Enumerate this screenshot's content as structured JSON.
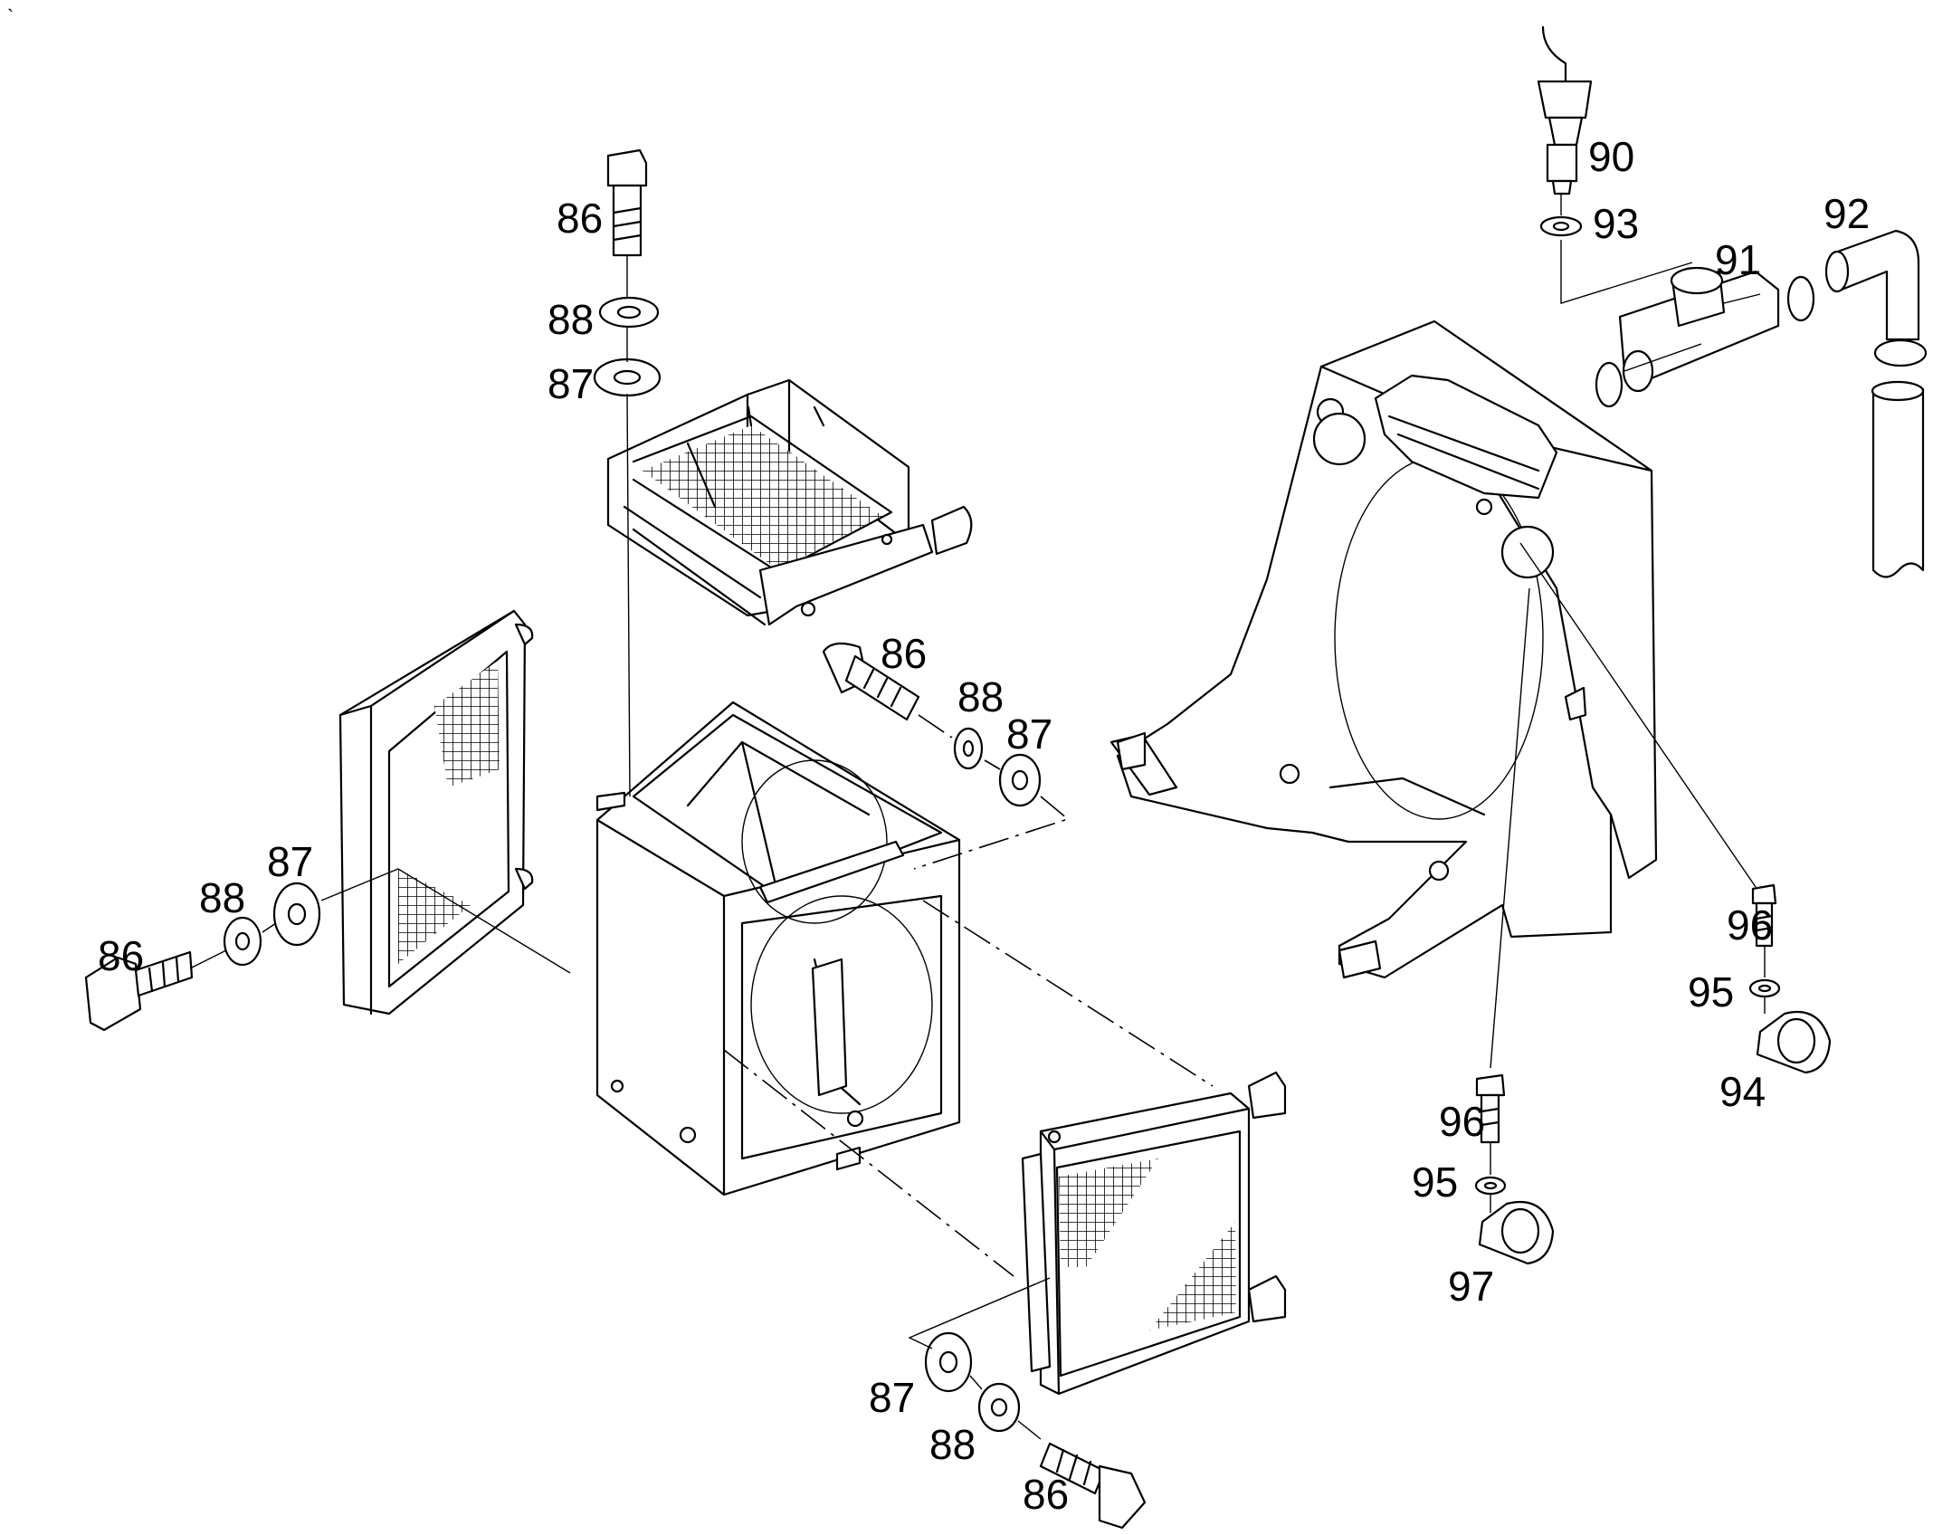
{
  "diagram": {
    "corner_mark": "`",
    "callouts": [
      {
        "id": "c-86-top",
        "text": "86"
      },
      {
        "id": "c-88-top",
        "text": "88"
      },
      {
        "id": "c-87-top",
        "text": "87"
      },
      {
        "id": "c-86-mid",
        "text": "86"
      },
      {
        "id": "c-88-mid",
        "text": "88"
      },
      {
        "id": "c-87-mid",
        "text": "87"
      },
      {
        "id": "c-87-left",
        "text": "87"
      },
      {
        "id": "c-88-left",
        "text": "88"
      },
      {
        "id": "c-86-left",
        "text": "86"
      },
      {
        "id": "c-87-bottom",
        "text": "87"
      },
      {
        "id": "c-88-bottom",
        "text": "88"
      },
      {
        "id": "c-86-bottom",
        "text": "86"
      },
      {
        "id": "c-90",
        "text": "90"
      },
      {
        "id": "c-93",
        "text": "93"
      },
      {
        "id": "c-91",
        "text": "91"
      },
      {
        "id": "c-92",
        "text": "92"
      },
      {
        "id": "c-96-right",
        "text": "96"
      },
      {
        "id": "c-95-right",
        "text": "95"
      },
      {
        "id": "c-94",
        "text": "94"
      },
      {
        "id": "c-96-mid",
        "text": "96"
      },
      {
        "id": "c-95-mid",
        "text": "95"
      },
      {
        "id": "c-97",
        "text": "97"
      }
    ]
  }
}
